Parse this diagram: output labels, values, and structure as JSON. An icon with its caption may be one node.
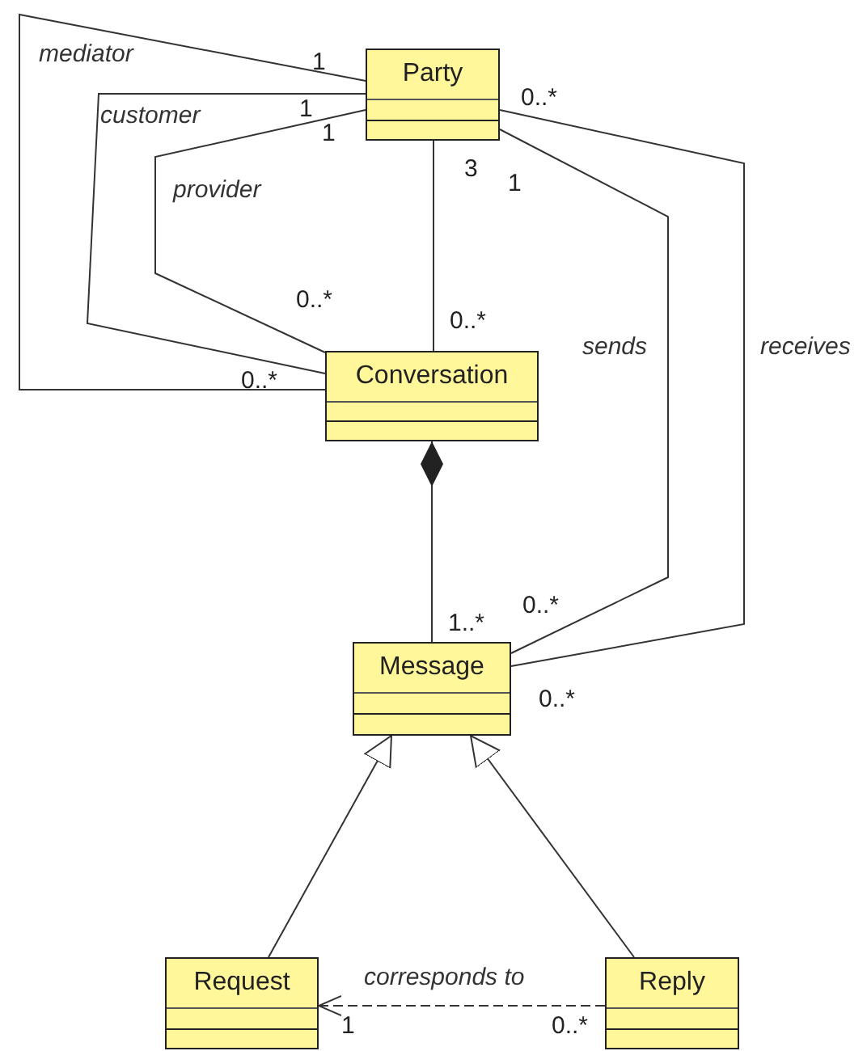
{
  "diagram": {
    "nodes": [
      {
        "text": [
          "Party"
        ]
      },
      {
        "text": [
          "Conversation"
        ]
      },
      {
        "text": [
          "Message"
        ]
      },
      {
        "text": [
          "Request"
        ]
      },
      {
        "text": [
          "Reply"
        ]
      }
    ],
    "edges": [
      {
        "from": 0,
        "to": 1,
        "arrow": "none",
        "label": "mediator"
      },
      {
        "from": 0,
        "to": 1,
        "arrow": "none",
        "label": "customer"
      },
      {
        "from": 0,
        "to": 1,
        "arrow": "none",
        "label": "provider"
      },
      {
        "from": 0,
        "to": 1,
        "arrow": "none"
      },
      {
        "from": 0,
        "to": 2,
        "arrow": "none",
        "label": "sends"
      },
      {
        "from": 0,
        "to": 2,
        "arrow": "none",
        "label": "receives"
      },
      {
        "from": 1,
        "to": 2,
        "arrow": "other"
      },
      {
        "from": 3,
        "to": 2,
        "arrow": "to"
      },
      {
        "from": 4,
        "to": 2,
        "arrow": "to"
      },
      {
        "from": 4,
        "to": 3,
        "arrow": "to",
        "label": "corresponds to",
        "style": "dashed"
      }
    ],
    "labels": [
      "1",
      "0..*",
      "1",
      "1",
      "3",
      "1",
      "0..*",
      "0..*",
      "0..*",
      "1..*",
      "0..*",
      "0..*",
      "1",
      "0..*"
    ]
  }
}
